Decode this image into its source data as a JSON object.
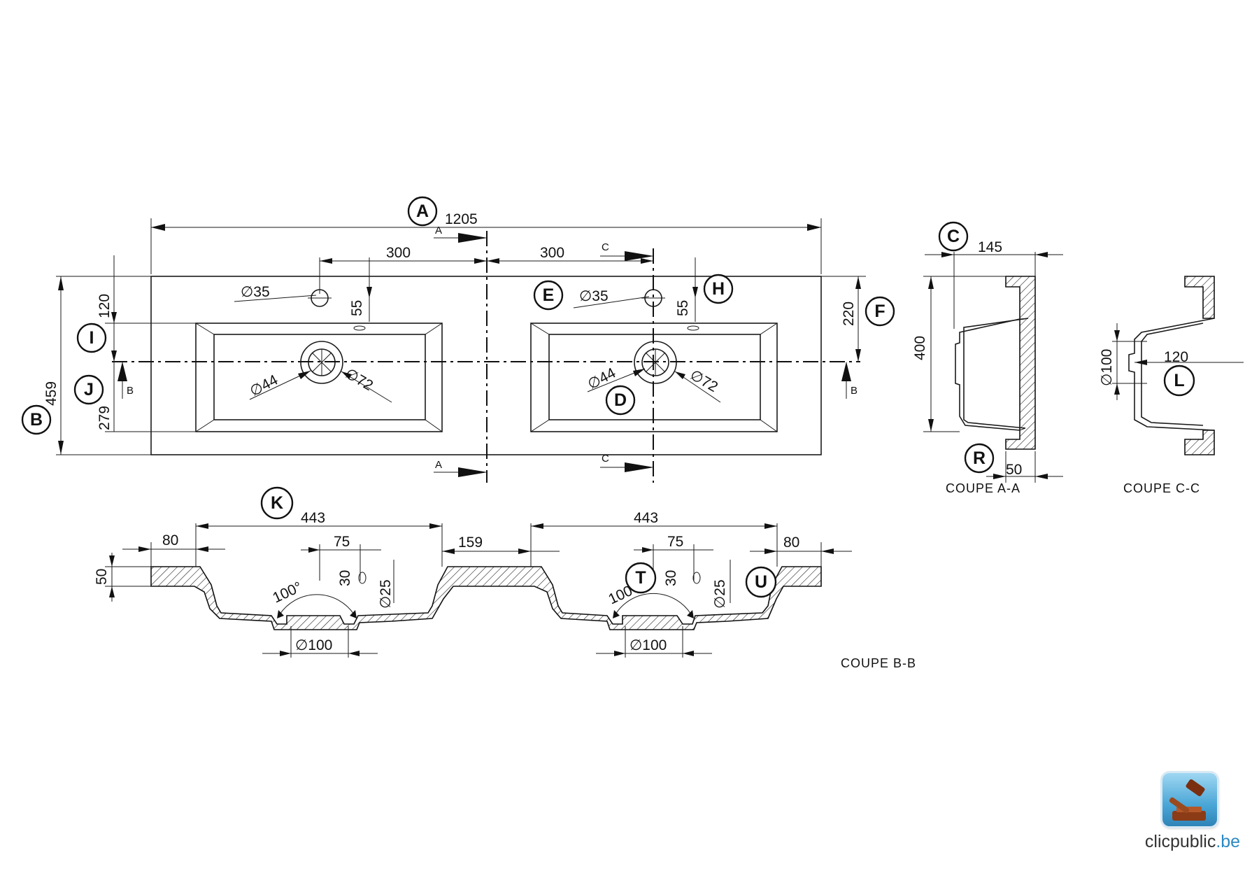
{
  "drawing": {
    "labels": {
      "A": "A",
      "B": "B",
      "C": "C",
      "D": "D",
      "E": "E",
      "F": "F",
      "H": "H",
      "I": "I",
      "J": "J",
      "K": "K",
      "L": "L",
      "R": "R",
      "T": "T",
      "U": "U"
    },
    "plan": {
      "overall_width": "1205",
      "overall_depth": "459",
      "tap_offset_left": "300",
      "tap_offset_right": "300",
      "tap_hole_left": "∅35",
      "tap_hole_right": "∅35",
      "tap_to_bowl_left": "55",
      "tap_to_bowl_right": "55",
      "rear_to_axis_left": "120",
      "front_to_axis_left": "279",
      "rear_to_axis_right": "220",
      "drain_inner_left": "∅44",
      "drain_outer_left": "∅72",
      "drain_inner_right": "∅44",
      "drain_outer_right": "∅72",
      "section_A": "A",
      "section_C": "C",
      "section_B": "B"
    },
    "section_bb": {
      "bowl_width_left": "443",
      "bowl_width_right": "443",
      "edge_left": "80",
      "edge_right": "80",
      "middle": "159",
      "tap_left": "75",
      "tap_right": "75",
      "overflow_left": "30",
      "overflow_right": "30",
      "overflow_dia_left": "∅25",
      "overflow_dia_right": "∅25",
      "angle_left": "100°",
      "angle_right": "100°",
      "drain_left": "∅100",
      "drain_right": "∅100",
      "thickness": "50",
      "caption": "COUPE B-B"
    },
    "section_aa": {
      "depth": "145",
      "height": "400",
      "wall": "50",
      "caption": "COUPE A-A"
    },
    "section_cc": {
      "drain": "∅100",
      "offset": "120",
      "caption": "COUPE C-C"
    }
  },
  "logo": {
    "name": "clicpublic",
    "tld": ".be"
  }
}
